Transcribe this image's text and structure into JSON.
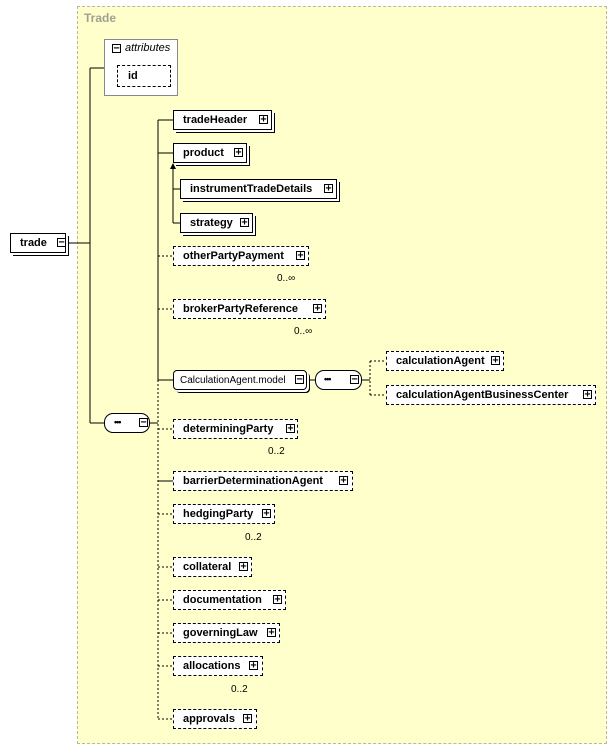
{
  "panel_title": "Trade",
  "root": {
    "label": "trade",
    "toggle": "−"
  },
  "attributes": {
    "label": "attributes",
    "toggle": "−",
    "items": [
      "id"
    ]
  },
  "sequence_glyph": "•••",
  "group": {
    "label": "CalculationAgent.model",
    "toggle": "−"
  },
  "elements": [
    {
      "label": "tradeHeader",
      "toggle": "+"
    },
    {
      "label": "product",
      "toggle": "+"
    },
    {
      "label": "instrumentTradeDetails",
      "toggle": "+"
    },
    {
      "label": "strategy",
      "toggle": "+"
    },
    {
      "label": "otherPartyPayment",
      "toggle": "+",
      "cardinality": "0..∞"
    },
    {
      "label": "brokerPartyReference",
      "toggle": "+",
      "cardinality": "0..∞"
    },
    {
      "label": "calculationAgent",
      "toggle": "+"
    },
    {
      "label": "calculationAgentBusinessCenter",
      "toggle": "+"
    },
    {
      "label": "determiningParty",
      "toggle": "+",
      "cardinality": "0..2"
    },
    {
      "label": "barrierDeterminationAgent",
      "toggle": "+"
    },
    {
      "label": "hedgingParty",
      "toggle": "+",
      "cardinality": "0..2"
    },
    {
      "label": "collateral",
      "toggle": "+"
    },
    {
      "label": "documentation",
      "toggle": "+"
    },
    {
      "label": "governingLaw",
      "toggle": "+"
    },
    {
      "label": "allocations",
      "toggle": "+",
      "cardinality": "0..2"
    },
    {
      "label": "approvals",
      "toggle": "+"
    }
  ]
}
